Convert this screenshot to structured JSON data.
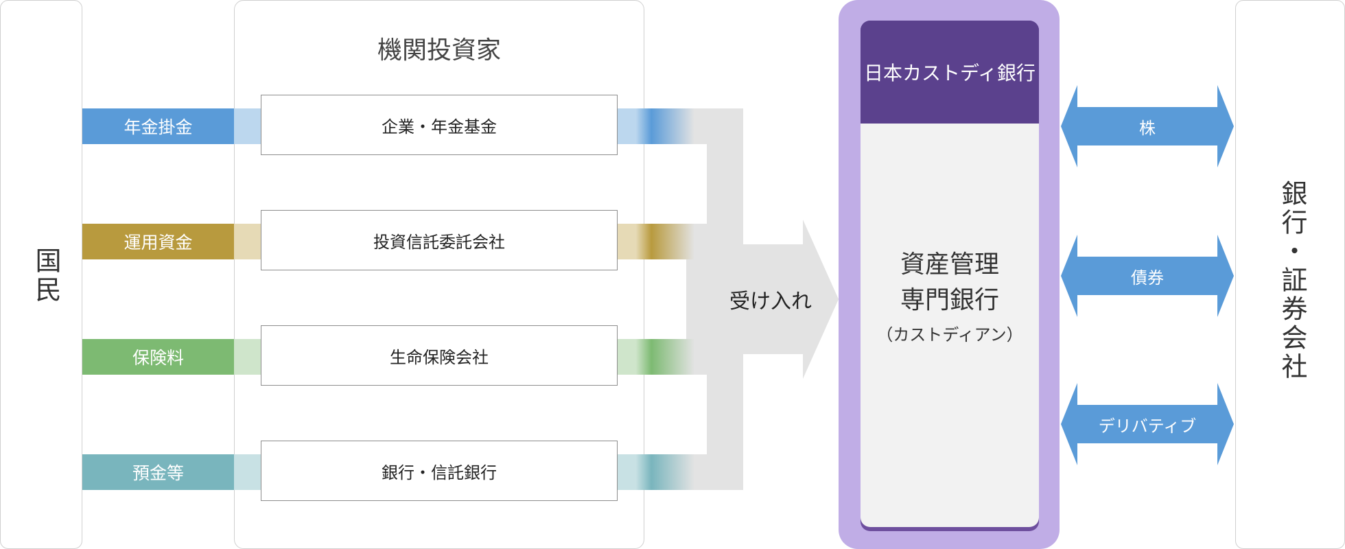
{
  "people_label": "国民",
  "investors_title": "機関投資家",
  "flows": [
    {
      "fund": "年金掛金",
      "institution": "企業・年金基金",
      "color": "#5a9bd8",
      "light": "#bcd7ee"
    },
    {
      "fund": "運用資金",
      "institution": "投資信託委託会社",
      "color": "#b89a3e",
      "light": "#e6dab6"
    },
    {
      "fund": "保険料",
      "institution": "生命保険会社",
      "color": "#7dba72",
      "light": "#cfe5cb"
    },
    {
      "fund": "預金等",
      "institution": "銀行・信託銀行",
      "color": "#79b5bd",
      "light": "#c8e1e4"
    }
  ],
  "accept_label": "受け入れ",
  "custodian": {
    "bank_name": "日本カストディ銀行",
    "role_line1": "資産管理",
    "role_line2": "専門銀行",
    "role_note": "（カストディアン）"
  },
  "exchanges": [
    "株",
    "債券",
    "デリバティブ"
  ],
  "banks_label": "銀行・証券会社"
}
